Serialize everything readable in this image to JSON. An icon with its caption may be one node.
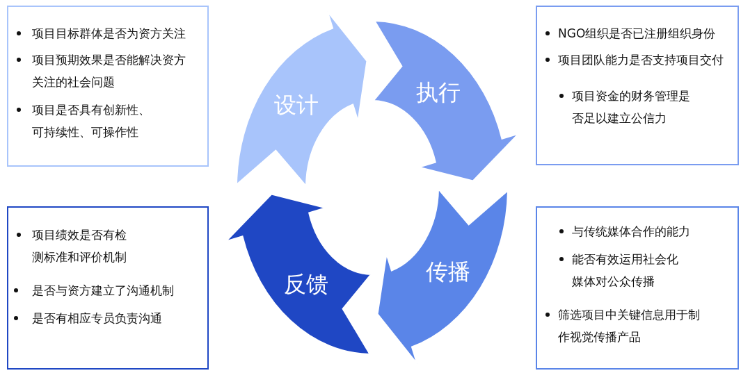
{
  "diagram": {
    "nodes": [
      {
        "text": [
          "项目目标群体是否为资方关注",
          "项目预期效果是否能解决资方关注的社会问题",
          "项目是否具有创新性、可持续性、可操作性"
        ]
      },
      {
        "text": [
          "设计"
        ]
      },
      {
        "text": [
          "执行"
        ]
      },
      {
        "text": [
          "NGO组织是否已注册组织身份",
          "项目团队能力是否支持项目交付",
          "项目资金的财务管理是否足以建立公信力"
        ]
      },
      {
        "text": [
          "项目绩效是否有检测标准和评价机制",
          "是否与资方建立了沟通机制",
          "是否有相应专员负责沟通"
        ]
      },
      {
        "text": [
          "反馈"
        ]
      },
      {
        "text": [
          "传播"
        ]
      },
      {
        "text": [
          "与传统媒体合作的能力",
          "能否有效运用社会化媒体对公众传播",
          "筛选项目中关键信息用于制作视觉传播产品"
        ]
      }
    ]
  }
}
